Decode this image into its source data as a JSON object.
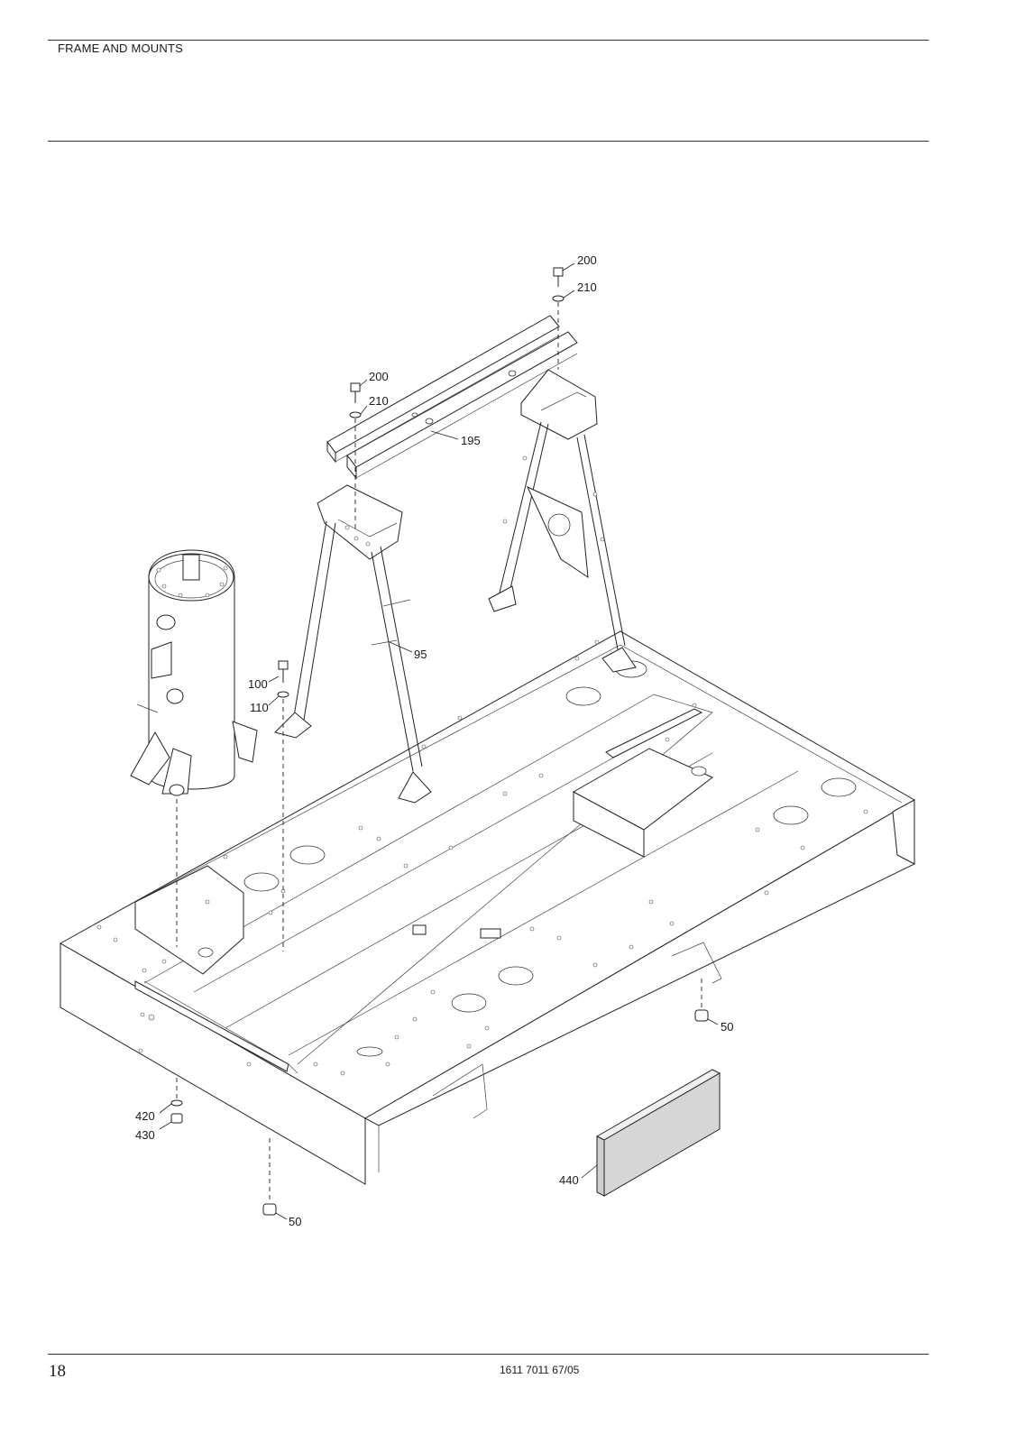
{
  "header": {
    "title": "FRAME AND MOUNTS"
  },
  "footer": {
    "page_number": "18",
    "doc_number": "1611 7011 67/05"
  },
  "callouts": {
    "c200a": "200",
    "c210a": "210",
    "c200b": "200",
    "c210b": "210",
    "c195": "195",
    "c95": "95",
    "c100": "100",
    "c110": "110",
    "c50a": "50",
    "c50b": "50",
    "c420": "420",
    "c430": "430",
    "c440": "440"
  }
}
